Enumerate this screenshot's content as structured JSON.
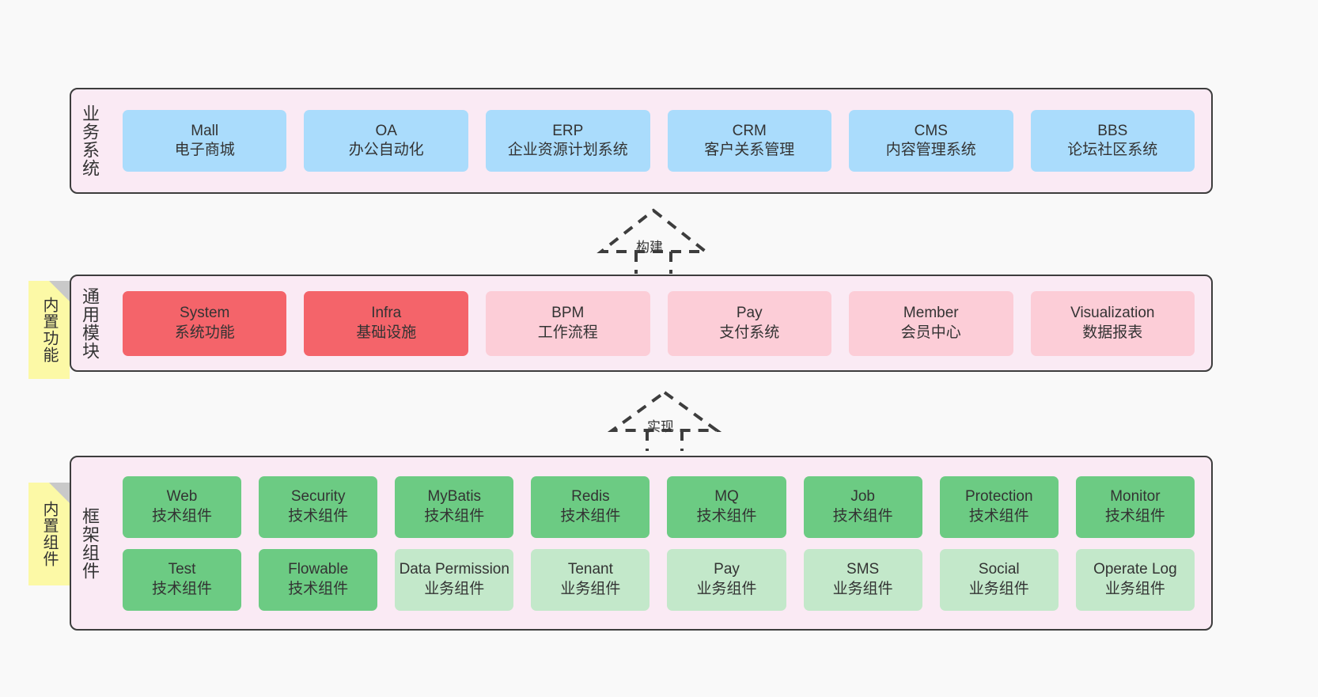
{
  "diagram": {
    "background_color": "#f9f9f9",
    "layer_fill": "#faeaf4",
    "layer_border": "#3d3d3d",
    "note_fill": "#fcf9a6",
    "note_fold": "#c9c9c9"
  },
  "notes": [
    {
      "label": "内置功能"
    },
    {
      "label": "内置组件"
    }
  ],
  "layers": [
    {
      "id": "business-systems",
      "title": "业务系统",
      "rows": [
        {
          "id": "business-row",
          "items": [
            {
              "name": "Mall",
              "sub": "电子商城",
              "color": "#aadcfc"
            },
            {
              "name": "OA",
              "sub": "办公自动化",
              "color": "#aadcfc"
            },
            {
              "name": "ERP",
              "sub": "企业资源计划系统",
              "color": "#aadcfc"
            },
            {
              "name": "CRM",
              "sub": "客户关系管理",
              "color": "#aadcfc"
            },
            {
              "name": "CMS",
              "sub": "内容管理系统",
              "color": "#aadcfc"
            },
            {
              "name": "BBS",
              "sub": "论坛社区系统",
              "color": "#aadcfc"
            }
          ]
        }
      ]
    },
    {
      "id": "common-modules",
      "title": "通用模块",
      "rows": [
        {
          "id": "modules-row",
          "items": [
            {
              "name": "System",
              "sub": "系统功能",
              "color": "#f4646a"
            },
            {
              "name": "Infra",
              "sub": "基础设施",
              "color": "#f4646a"
            },
            {
              "name": "BPM",
              "sub": "工作流程",
              "color": "#fccdd7"
            },
            {
              "name": "Pay",
              "sub": "支付系统",
              "color": "#fccdd7"
            },
            {
              "name": "Member",
              "sub": "会员中心",
              "color": "#fccdd7"
            },
            {
              "name": "Visualization",
              "sub": "数据报表",
              "color": "#fccdd7"
            }
          ]
        }
      ]
    },
    {
      "id": "framework-components",
      "title": "框架组件",
      "rows": [
        {
          "id": "tech-components-row",
          "items": [
            {
              "name": "Web",
              "sub": "技术组件",
              "color": "#6ccb83"
            },
            {
              "name": "Security",
              "sub": "技术组件",
              "color": "#6ccb83"
            },
            {
              "name": "MyBatis",
              "sub": "技术组件",
              "color": "#6ccb83"
            },
            {
              "name": "Redis",
              "sub": "技术组件",
              "color": "#6ccb83"
            },
            {
              "name": "MQ",
              "sub": "技术组件",
              "color": "#6ccb83"
            },
            {
              "name": "Job",
              "sub": "技术组件",
              "color": "#6ccb83"
            },
            {
              "name": "Protection",
              "sub": "技术组件",
              "color": "#6ccb83"
            },
            {
              "name": "Monitor",
              "sub": "技术组件",
              "color": "#6ccb83"
            }
          ]
        },
        {
          "id": "business-components-row",
          "items": [
            {
              "name": "Test",
              "sub": "技术组件",
              "color": "#6ccb83"
            },
            {
              "name": "Flowable",
              "sub": "技术组件",
              "color": "#6ccb83"
            },
            {
              "name": "Data Permission",
              "sub": "业务组件",
              "color": "#c3e8ca"
            },
            {
              "name": "Tenant",
              "sub": "业务组件",
              "color": "#c3e8ca"
            },
            {
              "name": "Pay",
              "sub": "业务组件",
              "color": "#c3e8ca"
            },
            {
              "name": "SMS",
              "sub": "业务组件",
              "color": "#c3e8ca"
            },
            {
              "name": "Social",
              "sub": "业务组件",
              "color": "#c3e8ca"
            },
            {
              "name": "Operate Log",
              "sub": "业务组件",
              "color": "#c3e8ca"
            }
          ]
        }
      ]
    }
  ],
  "connectors": [
    {
      "id": "build",
      "label": "构建",
      "style": "dashed-generalization"
    },
    {
      "id": "implement",
      "label": "实现",
      "style": "dashed-generalization"
    }
  ]
}
